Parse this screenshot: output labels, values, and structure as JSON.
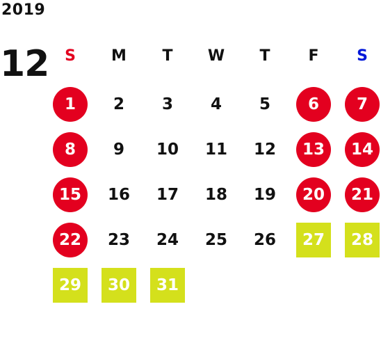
{
  "calendar": {
    "year": "2019",
    "month": "12",
    "weekdays": [
      {
        "label": "S",
        "color": "#e3001f"
      },
      {
        "label": "M",
        "color": "#111111"
      },
      {
        "label": "T",
        "color": "#111111"
      },
      {
        "label": "W",
        "color": "#111111"
      },
      {
        "label": "T",
        "color": "#111111"
      },
      {
        "label": "F",
        "color": "#111111"
      },
      {
        "label": "S",
        "color": "#0017d9"
      }
    ],
    "colors": {
      "holiday": "#e3001f",
      "closed": "#d4e01c",
      "text": "#111111"
    },
    "days": [
      {
        "day": "1",
        "style": "holiday"
      },
      {
        "day": "2",
        "style": "normal"
      },
      {
        "day": "3",
        "style": "normal"
      },
      {
        "day": "4",
        "style": "normal"
      },
      {
        "day": "5",
        "style": "normal"
      },
      {
        "day": "6",
        "style": "holiday"
      },
      {
        "day": "7",
        "style": "holiday"
      },
      {
        "day": "8",
        "style": "holiday"
      },
      {
        "day": "9",
        "style": "normal"
      },
      {
        "day": "10",
        "style": "normal"
      },
      {
        "day": "11",
        "style": "normal"
      },
      {
        "day": "12",
        "style": "normal"
      },
      {
        "day": "13",
        "style": "holiday"
      },
      {
        "day": "14",
        "style": "holiday"
      },
      {
        "day": "15",
        "style": "holiday"
      },
      {
        "day": "16",
        "style": "normal"
      },
      {
        "day": "17",
        "style": "normal"
      },
      {
        "day": "18",
        "style": "normal"
      },
      {
        "day": "19",
        "style": "normal"
      },
      {
        "day": "20",
        "style": "holiday"
      },
      {
        "day": "21",
        "style": "holiday"
      },
      {
        "day": "22",
        "style": "holiday"
      },
      {
        "day": "23",
        "style": "normal"
      },
      {
        "day": "24",
        "style": "normal"
      },
      {
        "day": "25",
        "style": "normal"
      },
      {
        "day": "26",
        "style": "normal"
      },
      {
        "day": "27",
        "style": "closed"
      },
      {
        "day": "28",
        "style": "closed"
      },
      {
        "day": "29",
        "style": "closed"
      },
      {
        "day": "30",
        "style": "closed"
      },
      {
        "day": "31",
        "style": "closed"
      }
    ]
  }
}
